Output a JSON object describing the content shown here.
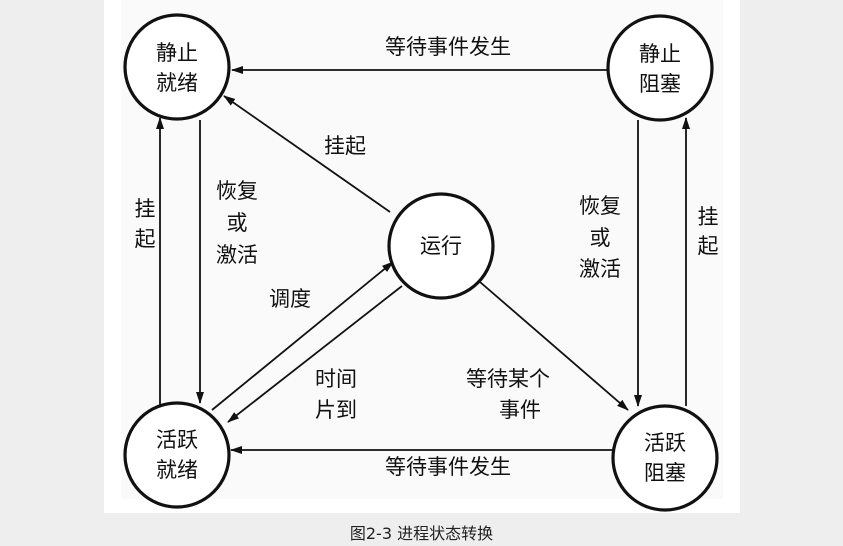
{
  "states": {
    "static_ready": [
      "静止",
      "就绪"
    ],
    "static_blocked": [
      "静止",
      "阻塞"
    ],
    "running": "运行",
    "active_ready": [
      "活跃",
      "就绪"
    ],
    "active_blocked": [
      "活跃",
      "阻塞"
    ]
  },
  "transitions": {
    "top_wait_event": "等待事件发生",
    "bottom_wait_event": "等待事件发生",
    "run_suspend": "挂起",
    "left_suspend": [
      "挂",
      "起"
    ],
    "right_suspend": [
      "挂",
      "起"
    ],
    "left_resume": [
      "恢复",
      "或",
      "激活"
    ],
    "right_resume": [
      "恢复",
      "或",
      "激活"
    ],
    "dispatch": "调度",
    "timeslice": [
      "时间",
      "片到"
    ],
    "wait_some_event": [
      "等待某个",
      "事件"
    ]
  },
  "caption": "图2-3 进程状态转换"
}
